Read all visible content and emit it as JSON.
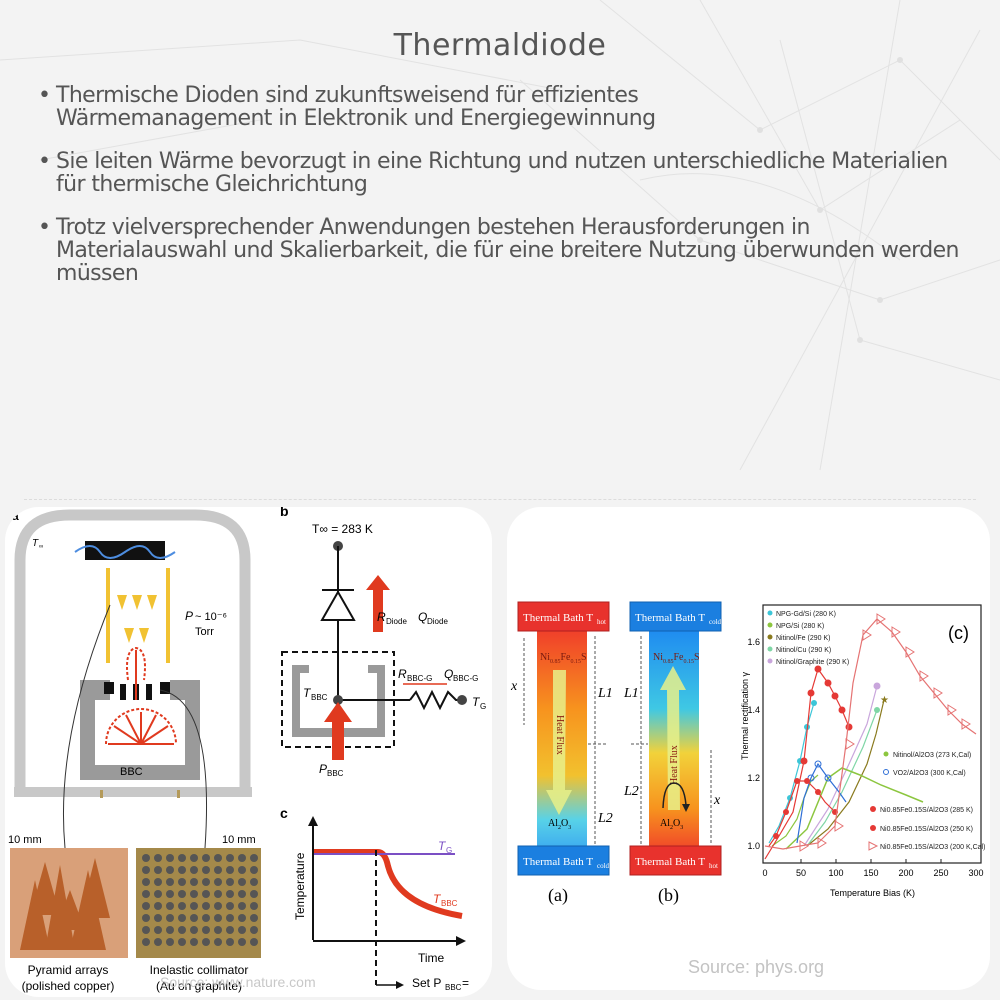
{
  "slide": {
    "title": "Thermaldiode",
    "bullets": [
      "Thermische Dioden sind zukunftsweisend für effizientes Wärmemanagement in Elektronik und Energiegewinnung",
      "Sie leiten Wärme bevorzugt in eine Richtung und nutzen unterschiedliche Materialien für thermische Gleichrichtung",
      "Trotz vielversprechender Anwendungen bestehen Herausforderungen in Materialauswahl und Skalierbarkeit, die für eine breitere Nutzung überwunden werden müssen"
    ]
  },
  "left_figure": {
    "source": "Source: www.nature.com",
    "panel_a": {
      "label": "a",
      "t_inf": "T",
      "t_inf_sub": "∞",
      "pressure": "P ~ 10⁻⁶",
      "pressure_unit": "Torr",
      "bbc": "BBC",
      "scale_left": "10 mm",
      "scale_right": "10 mm",
      "photo_left_caption_1": "Pyramid arrays",
      "photo_left_caption_2": "(polished copper)",
      "photo_right_caption_1": "Inelastic collimator",
      "photo_right_caption_2": "(Au on graphite)"
    },
    "panel_b": {
      "label": "b",
      "t_inf": "T∞ = 283 K",
      "r_diode": "R",
      "r_diode_sub": "Diode",
      "q_diode": "Q",
      "q_diode_sub": "Diode",
      "r_bbcg": "R",
      "r_bbcg_sub": "BBC-G",
      "q_bbcg": "Q",
      "q_bbcg_sub": "BBC-G",
      "t_bbc": "T",
      "t_bbc_sub": "BBC",
      "t_g": "T",
      "t_g_sub": "G",
      "p_bbc": "P",
      "p_bbc_sub": "BBC"
    },
    "panel_c": {
      "label": "c",
      "ylabel": "Temperature",
      "xlabel": "Time",
      "tg": "T",
      "tg_sub": "G",
      "tbbc": "T",
      "tbbc_sub": "BBC",
      "set_label": "Set P",
      "set_sub": "BBC",
      "set_suffix": " ="
    }
  },
  "right_figure": {
    "source": "Source: phys.org",
    "panel_a": {
      "label": "(a)",
      "top_bath": "Thermal Bath T",
      "top_bath_sub": "hot",
      "bottom_bath": "Thermal Bath T",
      "bottom_bath_sub": "cold",
      "material_top": "Ni0.85Fe0.15S",
      "material_bottom": "Al2O3",
      "flux": "Heat Flux",
      "x": "x",
      "l1": "L1",
      "l2": "L2"
    },
    "panel_b": {
      "label": "(b)",
      "top_bath": "Thermal Bath T",
      "top_bath_sub": "cold",
      "bottom_bath": "Thermal Bath T",
      "bottom_bath_sub": "hot",
      "material_top": "Ni0.85Fe0.15S",
      "material_bottom": "Al2O3",
      "flux": "Heat Flux",
      "x": "x",
      "l1": "L1",
      "l2": "L2"
    },
    "panel_c": {
      "label": "(c)"
    }
  },
  "chart_data": {
    "type": "line",
    "title": "(c)",
    "xlabel": "Temperature Bias (K)",
    "ylabel": "Thermal rectification γ",
    "xlim": [
      0,
      300
    ],
    "ylim": [
      0.95,
      1.7
    ],
    "xticks": [
      0,
      50,
      100,
      150,
      200,
      250,
      300
    ],
    "yticks": [
      1.0,
      1.2,
      1.4,
      1.6
    ],
    "grid": false,
    "legend_position": "upper-left and right-middle",
    "series": [
      {
        "name": "NPG-Gd/Si (280 K)",
        "color": "#3cc6d8",
        "marker": "triangle-down",
        "x": [
          5,
          20,
          35,
          50,
          60,
          70
        ],
        "y": [
          1.01,
          1.06,
          1.14,
          1.25,
          1.35,
          1.42
        ]
      },
      {
        "name": "NPG/Si (280 K)",
        "color": "#8cc63f",
        "marker": "triangle-right",
        "x": [
          10,
          30,
          45,
          55,
          65,
          75
        ],
        "y": [
          1.0,
          1.03,
          1.08,
          1.14,
          1.19,
          1.21
        ]
      },
      {
        "name": "Nitinol/Fe (290 K)",
        "color": "#8a7a1e",
        "marker": "star",
        "x": [
          60,
          90,
          120,
          145,
          158,
          170
        ],
        "y": [
          1.0,
          1.05,
          1.13,
          1.24,
          1.33,
          1.43
        ]
      },
      {
        "name": "Nitinol/Cu (290 K)",
        "color": "#7fd6a6",
        "marker": "diamond",
        "x": [
          60,
          85,
          110,
          140,
          160
        ],
        "y": [
          1.0,
          1.07,
          1.16,
          1.29,
          1.4
        ]
      },
      {
        "name": "Nitinol/Graphite (290 K)",
        "color": "#c9a6dc",
        "marker": "circle",
        "x": [
          55,
          90,
          120,
          145,
          160
        ],
        "y": [
          1.0,
          1.11,
          1.24,
          1.36,
          1.47
        ]
      },
      {
        "name": "Nitinol/Al2O3 (273 K,Cal)",
        "color": "#8cc63f",
        "marker": "star-open",
        "x": [
          30,
          60,
          90,
          110,
          135,
          165,
          200,
          225
        ],
        "y": [
          0.99,
          1.05,
          1.2,
          1.23,
          1.21,
          1.18,
          1.15,
          1.13
        ]
      },
      {
        "name": "VO2/Al2O3 (300 K,Cal)",
        "color": "#2f6fd6",
        "marker": "circle-open",
        "x": [
          45,
          55,
          65,
          75,
          90,
          105,
          115
        ],
        "y": [
          1.01,
          1.14,
          1.2,
          1.24,
          1.2,
          1.16,
          1.13
        ]
      },
      {
        "name": "Ni0.85Fe0.15S/Al2O3 (285 K)",
        "color": "#e53935",
        "marker": "pentagon",
        "x": [
          5,
          15,
          30,
          45,
          60,
          75,
          85,
          100
        ],
        "y": [
          1.0,
          1.03,
          1.1,
          1.19,
          1.19,
          1.16,
          1.13,
          1.1
        ]
      },
      {
        "name": "Ni0.85Fe0.15S/Al2O3 (250 K)",
        "color": "#e53935",
        "marker": "circle",
        "x": [
          0,
          20,
          40,
          55,
          65,
          75,
          90,
          100,
          110,
          120
        ],
        "y": [
          0.96,
          1.03,
          1.1,
          1.25,
          1.45,
          1.52,
          1.48,
          1.44,
          1.4,
          1.35
        ]
      },
      {
        "name": "Ni0.85Fe0.15S/Al2O3 (200 K,Cal)",
        "color": "#e57373",
        "marker": "triangle-right-open",
        "x": [
          0,
          25,
          50,
          75,
          100,
          115,
          125,
          140,
          160,
          180,
          200,
          220,
          240,
          260,
          280,
          300
        ],
        "y": [
          1.0,
          0.99,
          1.0,
          1.01,
          1.06,
          1.3,
          1.48,
          1.62,
          1.67,
          1.63,
          1.57,
          1.5,
          1.45,
          1.4,
          1.36,
          1.33
        ]
      }
    ]
  }
}
